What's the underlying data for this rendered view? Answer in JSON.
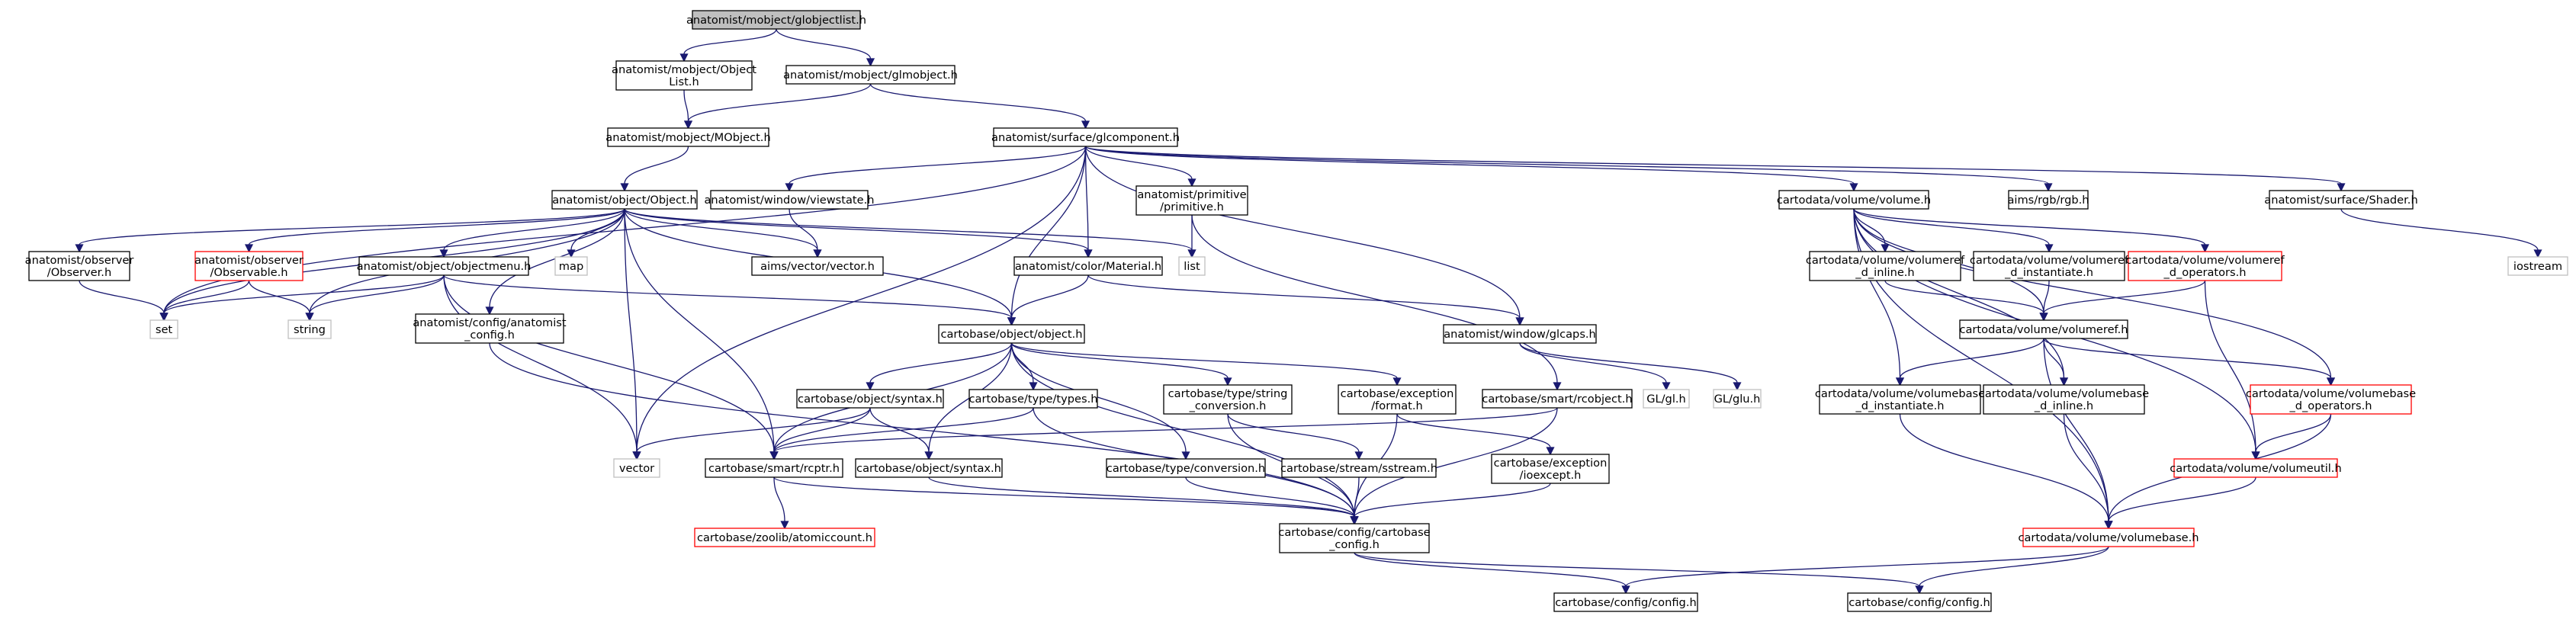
{
  "colors": {
    "edge": "#191970",
    "node_border_normal": "#000000",
    "node_border_missing": "#bfbfbf",
    "node_border_truncated": "#ff0000",
    "root_fill": "#bfbfbf",
    "node_fill": "#ffffff",
    "text": "#000000"
  },
  "nodes": [
    {
      "id": "root",
      "lines": [
        "anatomist/mobject/globjectlist.h"
      ],
      "kind": "root"
    },
    {
      "id": "objectlist",
      "lines": [
        "anatomist/mobject/Object",
        "List.h"
      ],
      "kind": "normal"
    },
    {
      "id": "glmobject",
      "lines": [
        "anatomist/mobject/glmobject.h"
      ],
      "kind": "normal"
    },
    {
      "id": "mobject",
      "lines": [
        "anatomist/mobject/MObject.h"
      ],
      "kind": "normal"
    },
    {
      "id": "glcomponent",
      "lines": [
        "anatomist/surface/glcomponent.h"
      ],
      "kind": "normal"
    },
    {
      "id": "object",
      "lines": [
        "anatomist/object/Object.h"
      ],
      "kind": "normal"
    },
    {
      "id": "viewstate",
      "lines": [
        "anatomist/window/viewstate.h"
      ],
      "kind": "normal"
    },
    {
      "id": "primitive",
      "lines": [
        "anatomist/primitive",
        "/primitive.h"
      ],
      "kind": "normal"
    },
    {
      "id": "volume",
      "lines": [
        "cartodata/volume/volume.h"
      ],
      "kind": "normal"
    },
    {
      "id": "rgb",
      "lines": [
        "aims/rgb/rgb.h"
      ],
      "kind": "normal"
    },
    {
      "id": "shader",
      "lines": [
        "anatomist/surface/Shader.h"
      ],
      "kind": "normal"
    },
    {
      "id": "iostream",
      "lines": [
        "iostream"
      ],
      "kind": "missing"
    },
    {
      "id": "observer",
      "lines": [
        "anatomist/observer",
        "/Observer.h"
      ],
      "kind": "normal"
    },
    {
      "id": "observable",
      "lines": [
        "anatomist/observer",
        "/Observable.h"
      ],
      "kind": "truncated"
    },
    {
      "id": "objectmenu",
      "lines": [
        "anatomist/object/objectmenu.h"
      ],
      "kind": "normal"
    },
    {
      "id": "map",
      "lines": [
        "map"
      ],
      "kind": "missing"
    },
    {
      "id": "vector_h",
      "lines": [
        "aims/vector/vector.h"
      ],
      "kind": "normal"
    },
    {
      "id": "material",
      "lines": [
        "anatomist/color/Material.h"
      ],
      "kind": "normal"
    },
    {
      "id": "list",
      "lines": [
        "list"
      ],
      "kind": "missing"
    },
    {
      "id": "set",
      "lines": [
        "set"
      ],
      "kind": "missing"
    },
    {
      "id": "string",
      "lines": [
        "string"
      ],
      "kind": "missing"
    },
    {
      "id": "anaconfig",
      "lines": [
        "anatomist/config/anatomist",
        "_config.h"
      ],
      "kind": "normal"
    },
    {
      "id": "cobject",
      "lines": [
        "cartobase/object/object.h"
      ],
      "kind": "normal"
    },
    {
      "id": "glcaps",
      "lines": [
        "anatomist/window/glcaps.h"
      ],
      "kind": "normal"
    },
    {
      "id": "volref_inline",
      "lines": [
        "cartodata/volume/volumeref",
        "_d_inline.h"
      ],
      "kind": "normal"
    },
    {
      "id": "volref_inst",
      "lines": [
        "cartodata/volume/volumeref",
        "_d_instantiate.h"
      ],
      "kind": "normal"
    },
    {
      "id": "volref_ops",
      "lines": [
        "cartodata/volume/volumeref",
        "_d_operators.h"
      ],
      "kind": "truncated"
    },
    {
      "id": "volumeref",
      "lines": [
        "cartodata/volume/volumeref.h"
      ],
      "kind": "normal"
    },
    {
      "id": "syntax_top",
      "lines": [
        "cartobase/object/syntax.h"
      ],
      "kind": "normal"
    },
    {
      "id": "types",
      "lines": [
        "cartobase/type/types.h"
      ],
      "kind": "normal"
    },
    {
      "id": "strconv",
      "lines": [
        "cartobase/type/string",
        "_conversion.h"
      ],
      "kind": "normal"
    },
    {
      "id": "excformat",
      "lines": [
        "cartobase/exception",
        "/format.h"
      ],
      "kind": "normal"
    },
    {
      "id": "rcobject",
      "lines": [
        "cartobase/smart/rcobject.h"
      ],
      "kind": "normal"
    },
    {
      "id": "gl",
      "lines": [
        "GL/gl.h"
      ],
      "kind": "missing"
    },
    {
      "id": "glu",
      "lines": [
        "GL/glu.h"
      ],
      "kind": "missing"
    },
    {
      "id": "volbase_inst",
      "lines": [
        "cartodata/volume/volumebase",
        "_d_instantiate.h"
      ],
      "kind": "normal"
    },
    {
      "id": "volbase_inline",
      "lines": [
        "cartodata/volume/volumebase",
        "_d_inline.h"
      ],
      "kind": "normal"
    },
    {
      "id": "volbase_ops",
      "lines": [
        "cartodata/volume/volumebase",
        "_d_operators.h"
      ],
      "kind": "truncated"
    },
    {
      "id": "vector_std",
      "lines": [
        "vector"
      ],
      "kind": "missing"
    },
    {
      "id": "rcptr",
      "lines": [
        "cartobase/smart/rcptr.h"
      ],
      "kind": "normal"
    },
    {
      "id": "syntax_bot",
      "lines": [
        "cartobase/object/syntax.h"
      ],
      "kind": "normal"
    },
    {
      "id": "conversion",
      "lines": [
        "cartobase/type/conversion.h"
      ],
      "kind": "normal"
    },
    {
      "id": "sstream",
      "lines": [
        "cartobase/stream/sstream.h"
      ],
      "kind": "normal"
    },
    {
      "id": "ioexcept",
      "lines": [
        "cartobase/exception",
        "/ioexcept.h"
      ],
      "kind": "normal"
    },
    {
      "id": "volumeutil",
      "lines": [
        "cartodata/volume/volumeutil.h"
      ],
      "kind": "truncated"
    },
    {
      "id": "atomiccount",
      "lines": [
        "cartobase/zoolib/atomiccount.h"
      ],
      "kind": "truncated"
    },
    {
      "id": "cbconfig",
      "lines": [
        "cartobase/config/cartobase",
        "_config.h"
      ],
      "kind": "normal"
    },
    {
      "id": "volumebase",
      "lines": [
        "cartodata/volume/volumebase.h"
      ],
      "kind": "truncated"
    },
    {
      "id": "config1",
      "lines": [
        "cartobase/config/config.h"
      ],
      "kind": "normal"
    },
    {
      "id": "config2",
      "lines": [
        "cartobase/config/config.h"
      ],
      "kind": "normal"
    }
  ],
  "edges": [
    [
      "root",
      "objectlist"
    ],
    [
      "root",
      "glmobject"
    ],
    [
      "objectlist",
      "mobject"
    ],
    [
      "glmobject",
      "mobject"
    ],
    [
      "glmobject",
      "glcomponent"
    ],
    [
      "mobject",
      "object"
    ],
    [
      "glcomponent",
      "set"
    ],
    [
      "glcomponent",
      "viewstate"
    ],
    [
      "glcomponent",
      "primitive"
    ],
    [
      "glcomponent",
      "volume"
    ],
    [
      "glcomponent",
      "rgb"
    ],
    [
      "glcomponent",
      "shader"
    ],
    [
      "glcomponent",
      "material"
    ],
    [
      "glcomponent",
      "cobject"
    ],
    [
      "glcomponent",
      "glcaps"
    ],
    [
      "glcomponent",
      "vector_std"
    ],
    [
      "object",
      "observer"
    ],
    [
      "object",
      "observable"
    ],
    [
      "object",
      "objectmenu"
    ],
    [
      "object",
      "map"
    ],
    [
      "object",
      "vector_h"
    ],
    [
      "object",
      "material"
    ],
    [
      "object",
      "list"
    ],
    [
      "object",
      "set"
    ],
    [
      "object",
      "string"
    ],
    [
      "object",
      "anaconfig"
    ],
    [
      "object",
      "cobject"
    ],
    [
      "object",
      "vector_std"
    ],
    [
      "object",
      "rcptr"
    ],
    [
      "observer",
      "set"
    ],
    [
      "observable",
      "set"
    ],
    [
      "observable",
      "string"
    ],
    [
      "objectmenu",
      "set"
    ],
    [
      "objectmenu",
      "string"
    ],
    [
      "objectmenu",
      "cobject"
    ],
    [
      "objectmenu",
      "vector_std"
    ],
    [
      "objectmenu",
      "rcptr"
    ],
    [
      "viewstate",
      "vector_h"
    ],
    [
      "primitive",
      "list"
    ],
    [
      "primitive",
      "rcobject"
    ],
    [
      "material",
      "cobject"
    ],
    [
      "material",
      "glcaps"
    ],
    [
      "anaconfig",
      "cbconfig"
    ],
    [
      "shader",
      "iostream"
    ],
    [
      "cobject",
      "syntax_top"
    ],
    [
      "cobject",
      "types"
    ],
    [
      "cobject",
      "strconv"
    ],
    [
      "cobject",
      "excformat"
    ],
    [
      "cobject",
      "rcptr"
    ],
    [
      "cobject",
      "syntax_bot"
    ],
    [
      "cobject",
      "conversion"
    ],
    [
      "cobject",
      "cbconfig"
    ],
    [
      "glcaps",
      "gl"
    ],
    [
      "glcaps",
      "glu"
    ],
    [
      "volume",
      "volref_inline"
    ],
    [
      "volume",
      "volref_inst"
    ],
    [
      "volume",
      "volref_ops"
    ],
    [
      "volume",
      "volumeref"
    ],
    [
      "volume",
      "volbase_inst"
    ],
    [
      "volume",
      "volbase_inline"
    ],
    [
      "volume",
      "volbase_ops"
    ],
    [
      "volume",
      "volumeutil"
    ],
    [
      "volume",
      "volumebase"
    ],
    [
      "volref_inline",
      "volumeref"
    ],
    [
      "volref_inst",
      "volumeref"
    ],
    [
      "volref_ops",
      "volumeref"
    ],
    [
      "volref_ops",
      "volumeutil"
    ],
    [
      "volumeref",
      "volbase_inst"
    ],
    [
      "volumeref",
      "volbase_inline"
    ],
    [
      "volumeref",
      "volbase_ops"
    ],
    [
      "volumeref",
      "volumebase"
    ],
    [
      "volbase_inst",
      "volumebase"
    ],
    [
      "volbase_inline",
      "volumebase"
    ],
    [
      "volbase_ops",
      "volumeutil"
    ],
    [
      "volbase_ops",
      "volumebase"
    ],
    [
      "volumeutil",
      "volumebase"
    ],
    [
      "volumebase",
      "config1"
    ],
    [
      "volumebase",
      "config2"
    ],
    [
      "syntax_top",
      "vector_std"
    ],
    [
      "syntax_top",
      "rcptr"
    ],
    [
      "syntax_top",
      "syntax_bot"
    ],
    [
      "types",
      "rcptr"
    ],
    [
      "types",
      "cbconfig"
    ],
    [
      "strconv",
      "sstream"
    ],
    [
      "strconv",
      "cbconfig"
    ],
    [
      "excformat",
      "ioexcept"
    ],
    [
      "excformat",
      "cbconfig"
    ],
    [
      "rcobject",
      "rcptr"
    ],
    [
      "rcobject",
      "cbconfig"
    ],
    [
      "rcptr",
      "atomiccount"
    ],
    [
      "rcptr",
      "cbconfig"
    ],
    [
      "syntax_bot",
      "cbconfig"
    ],
    [
      "conversion",
      "cbconfig"
    ],
    [
      "sstream",
      "cbconfig"
    ],
    [
      "ioexcept",
      "cbconfig"
    ],
    [
      "cbconfig",
      "config1"
    ],
    [
      "cbconfig",
      "config2"
    ]
  ]
}
